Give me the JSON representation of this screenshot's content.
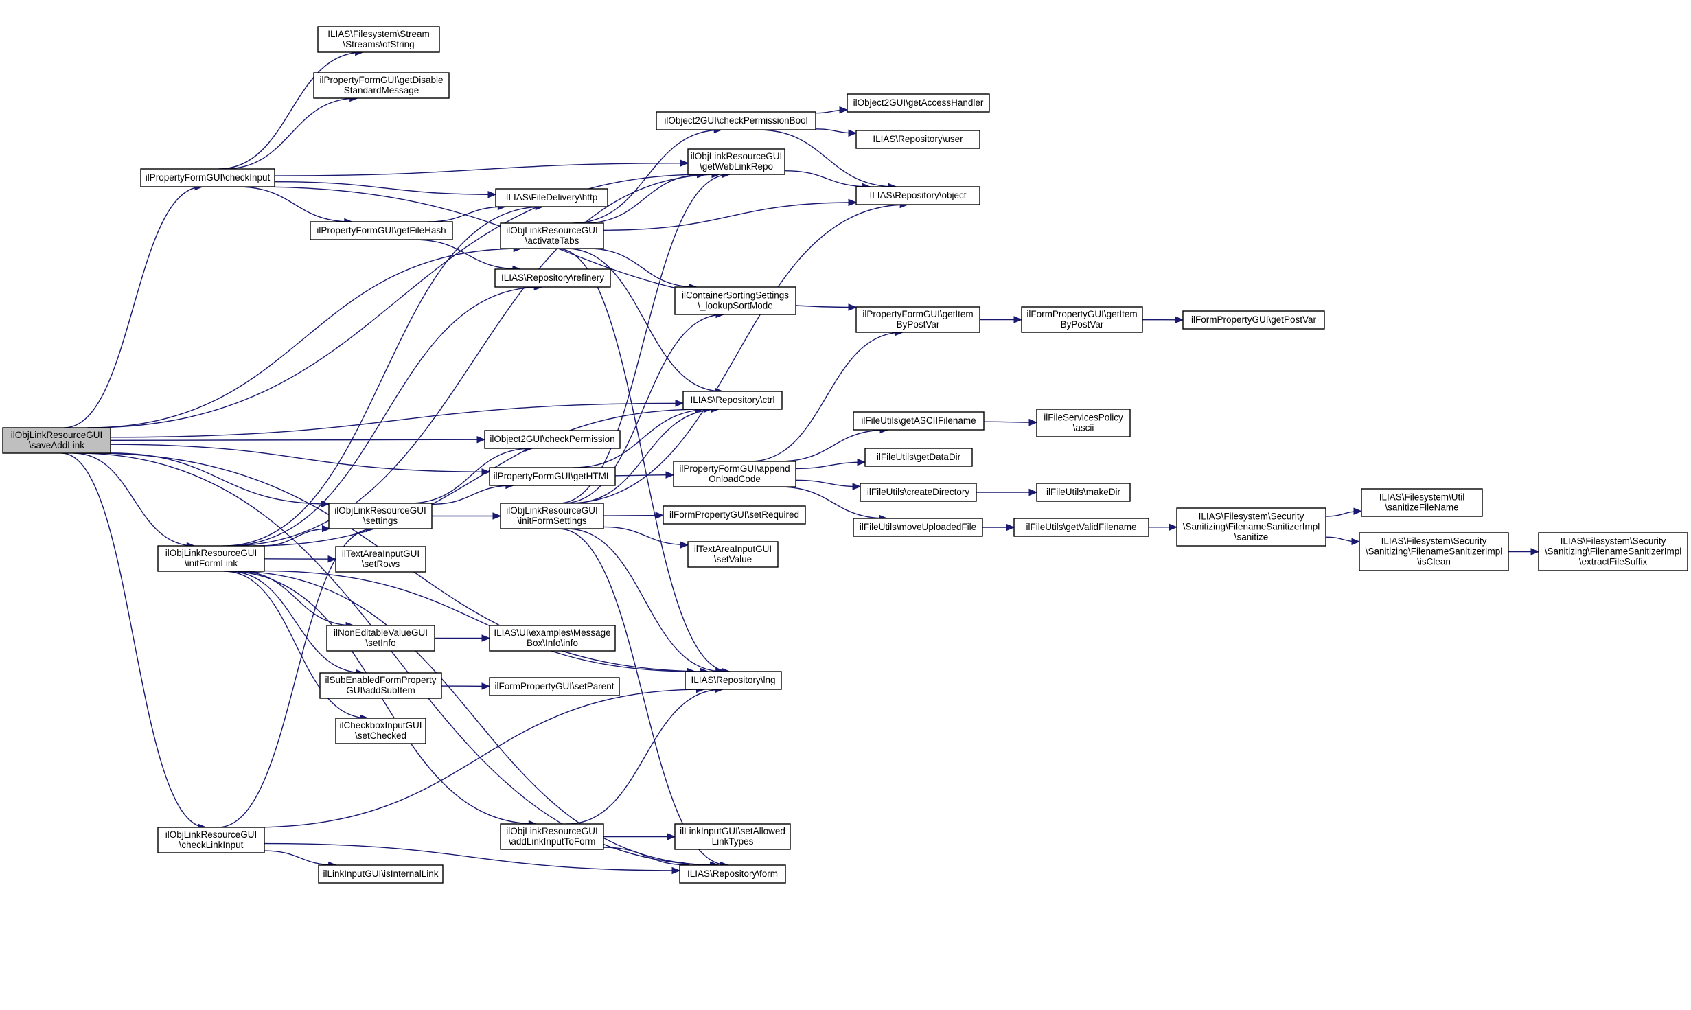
{
  "nodes": [
    {
      "id": "saveAddLink",
      "lines": [
        "ilObjLinkResourceGUI",
        "\\saveAddLink"
      ],
      "root": true
    },
    {
      "id": "checkInput",
      "lines": [
        "ilPropertyFormGUI\\checkInput"
      ]
    },
    {
      "id": "initFormLink",
      "lines": [
        "ilObjLinkResourceGUI",
        "\\initFormLink"
      ]
    },
    {
      "id": "checkLinkInput",
      "lines": [
        "ilObjLinkResourceGUI",
        "\\checkLinkInput"
      ]
    },
    {
      "id": "ofString",
      "lines": [
        "ILIAS\\Filesystem\\Stream",
        "\\Streams\\ofString"
      ]
    },
    {
      "id": "getDisableStd",
      "lines": [
        "ilPropertyFormGUI\\getDisable",
        "StandardMessage"
      ]
    },
    {
      "id": "getFileHash",
      "lines": [
        "ilPropertyFormGUI\\getFileHash"
      ]
    },
    {
      "id": "settings",
      "lines": [
        "ilObjLinkResourceGUI",
        "\\settings"
      ]
    },
    {
      "id": "setRowsTA",
      "lines": [
        "ilTextAreaInputGUI",
        "\\setRows"
      ]
    },
    {
      "id": "setInfoNE",
      "lines": [
        "ilNonEditableValueGUI",
        "\\setInfo"
      ]
    },
    {
      "id": "addSubItem",
      "lines": [
        "ilSubEnabledFormProperty",
        "GUI\\addSubItem"
      ]
    },
    {
      "id": "setChecked",
      "lines": [
        "ilCheckboxInputGUI",
        "\\setChecked"
      ]
    },
    {
      "id": "isInternalLink",
      "lines": [
        "ilLinkInputGUI\\isInternalLink"
      ]
    },
    {
      "id": "http",
      "lines": [
        "ILIAS\\FileDelivery\\http"
      ]
    },
    {
      "id": "activateTabs",
      "lines": [
        "ilObjLinkResourceGUI",
        "\\activateTabs"
      ]
    },
    {
      "id": "refinery",
      "lines": [
        "ILIAS\\Repository\\refinery"
      ]
    },
    {
      "id": "checkPermission",
      "lines": [
        "ilObject2GUI\\checkPermission"
      ]
    },
    {
      "id": "getHTML",
      "lines": [
        "ilPropertyFormGUI\\getHTML"
      ]
    },
    {
      "id": "initFormSettings",
      "lines": [
        "ilObjLinkResourceGUI",
        "\\initFormSettings"
      ]
    },
    {
      "id": "msgBoxInfo",
      "lines": [
        "ILIAS\\UI\\examples\\Message",
        "Box\\Info\\info"
      ]
    },
    {
      "id": "setParent",
      "lines": [
        "ilFormPropertyGUI\\setParent"
      ]
    },
    {
      "id": "addLinkInputToForm",
      "lines": [
        "ilObjLinkResourceGUI",
        "\\addLinkInputToForm"
      ]
    },
    {
      "id": "checkPermissionBool",
      "lines": [
        "ilObject2GUI\\checkPermissionBool"
      ]
    },
    {
      "id": "getWebLinkRepo",
      "lines": [
        "ilObjLinkResourceGUI",
        "\\getWebLinkRepo"
      ]
    },
    {
      "id": "lookupSortMode",
      "lines": [
        "ilContainerSortingSettings",
        "\\_lookupSortMode"
      ]
    },
    {
      "id": "ctrl",
      "lines": [
        "ILIAS\\Repository\\ctrl"
      ]
    },
    {
      "id": "appendOnload",
      "lines": [
        "ilPropertyFormGUI\\append",
        "OnloadCode"
      ]
    },
    {
      "id": "setRequired",
      "lines": [
        "ilFormPropertyGUI\\setRequired"
      ]
    },
    {
      "id": "setValueTA",
      "lines": [
        "ilTextAreaInputGUI",
        "\\setValue"
      ]
    },
    {
      "id": "lng",
      "lines": [
        "ILIAS\\Repository\\lng"
      ]
    },
    {
      "id": "setAllowedLinkTypes",
      "lines": [
        "ilLinkInputGUI\\setAllowed",
        "LinkTypes"
      ]
    },
    {
      "id": "form",
      "lines": [
        "ILIAS\\Repository\\form"
      ]
    },
    {
      "id": "getAccessHandler",
      "lines": [
        "ilObject2GUI\\getAccessHandler"
      ]
    },
    {
      "id": "user",
      "lines": [
        "ILIAS\\Repository\\user"
      ]
    },
    {
      "id": "object",
      "lines": [
        "ILIAS\\Repository\\object"
      ]
    },
    {
      "id": "getItemByPostVar",
      "lines": [
        "ilPropertyFormGUI\\getItem",
        "ByPostVar"
      ]
    },
    {
      "id": "getASCIIFilename",
      "lines": [
        "ilFileUtils\\getASCIIFilename"
      ]
    },
    {
      "id": "getDataDir",
      "lines": [
        "ilFileUtils\\getDataDir"
      ]
    },
    {
      "id": "createDirectory",
      "lines": [
        "ilFileUtils\\createDirectory"
      ]
    },
    {
      "id": "moveUploadedFile",
      "lines": [
        "ilFileUtils\\moveUploadedFile"
      ]
    },
    {
      "id": "formGetItemByPostVar",
      "lines": [
        "ilFormPropertyGUI\\getItem",
        "ByPostVar"
      ]
    },
    {
      "id": "ascii",
      "lines": [
        "ilFileServicesPolicy",
        "\\ascii"
      ]
    },
    {
      "id": "makeDir",
      "lines": [
        "ilFileUtils\\makeDir"
      ]
    },
    {
      "id": "getValidFilename",
      "lines": [
        "ilFileUtils\\getValidFilename"
      ]
    },
    {
      "id": "getPostVar",
      "lines": [
        "ilFormPropertyGUI\\getPostVar"
      ]
    },
    {
      "id": "sanitize",
      "lines": [
        "ILIAS\\Filesystem\\Security",
        "\\Sanitizing\\FilenameSanitizerImpl",
        "\\sanitize"
      ]
    },
    {
      "id": "sanitizeFileName",
      "lines": [
        "ILIAS\\Filesystem\\Util",
        "\\sanitizeFileName"
      ]
    },
    {
      "id": "isClean",
      "lines": [
        "ILIAS\\Filesystem\\Security",
        "\\Sanitizing\\FilenameSanitizerImpl",
        "\\isClean"
      ]
    },
    {
      "id": "extractFileSuffix",
      "lines": [
        "ILIAS\\Filesystem\\Security",
        "\\Sanitizing\\FilenameSanitizerImpl",
        "\\extractFileSuffix"
      ]
    }
  ],
  "edges": [
    [
      "saveAddLink",
      "checkInput"
    ],
    [
      "saveAddLink",
      "initFormLink"
    ],
    [
      "saveAddLink",
      "checkLinkInput"
    ],
    [
      "saveAddLink",
      "getWebLinkRepo"
    ],
    [
      "saveAddLink",
      "activateTabs"
    ],
    [
      "saveAddLink",
      "ctrl"
    ],
    [
      "saveAddLink",
      "checkPermission"
    ],
    [
      "saveAddLink",
      "getHTML"
    ],
    [
      "saveAddLink",
      "settings"
    ],
    [
      "saveAddLink",
      "lng"
    ],
    [
      "saveAddLink",
      "form"
    ],
    [
      "checkInput",
      "ofString"
    ],
    [
      "checkInput",
      "getDisableStd"
    ],
    [
      "checkInput",
      "getWebLinkRepo"
    ],
    [
      "checkInput",
      "http"
    ],
    [
      "checkInput",
      "getFileHash"
    ],
    [
      "checkInput",
      "getItemByPostVar"
    ],
    [
      "getFileHash",
      "http"
    ],
    [
      "getFileHash",
      "refinery"
    ],
    [
      "initFormLink",
      "http"
    ],
    [
      "initFormLink",
      "refinery"
    ],
    [
      "initFormLink",
      "getWebLinkRepo"
    ],
    [
      "initFormLink",
      "ctrl"
    ],
    [
      "initFormLink",
      "settings"
    ],
    [
      "initFormLink",
      "setRowsTA"
    ],
    [
      "initFormLink",
      "setInfoNE"
    ],
    [
      "initFormLink",
      "addSubItem"
    ],
    [
      "initFormLink",
      "setChecked"
    ],
    [
      "initFormLink",
      "addLinkInputToForm"
    ],
    [
      "initFormLink",
      "lng"
    ],
    [
      "initFormLink",
      "form"
    ],
    [
      "checkLinkInput",
      "settings"
    ],
    [
      "checkLinkInput",
      "isInternalLink"
    ],
    [
      "checkLinkInput",
      "lng"
    ],
    [
      "checkLinkInput",
      "form"
    ],
    [
      "settings",
      "checkPermission"
    ],
    [
      "settings",
      "getHTML"
    ],
    [
      "settings",
      "initFormSettings"
    ],
    [
      "setInfoNE",
      "msgBoxInfo"
    ],
    [
      "addSubItem",
      "setParent"
    ],
    [
      "activateTabs",
      "checkPermissionBool"
    ],
    [
      "activateTabs",
      "getWebLinkRepo"
    ],
    [
      "activateTabs",
      "object"
    ],
    [
      "activateTabs",
      "lookupSortMode"
    ],
    [
      "activateTabs",
      "ctrl"
    ],
    [
      "activateTabs",
      "lng"
    ],
    [
      "getHTML",
      "ctrl"
    ],
    [
      "getHTML",
      "appendOnload"
    ],
    [
      "initFormSettings",
      "ctrl"
    ],
    [
      "initFormSettings",
      "lookupSortMode"
    ],
    [
      "initFormSettings",
      "getWebLinkRepo"
    ],
    [
      "initFormSettings",
      "object"
    ],
    [
      "initFormSettings",
      "setRequired"
    ],
    [
      "initFormSettings",
      "setValueTA"
    ],
    [
      "initFormSettings",
      "lng"
    ],
    [
      "initFormSettings",
      "form"
    ],
    [
      "addLinkInputToForm",
      "lng"
    ],
    [
      "addLinkInputToForm",
      "setAllowedLinkTypes"
    ],
    [
      "addLinkInputToForm",
      "form"
    ],
    [
      "checkPermissionBool",
      "getAccessHandler"
    ],
    [
      "checkPermissionBool",
      "user"
    ],
    [
      "checkPermissionBool",
      "object"
    ],
    [
      "getWebLinkRepo",
      "object"
    ],
    [
      "appendOnload",
      "getItemByPostVar"
    ],
    [
      "appendOnload",
      "getASCIIFilename"
    ],
    [
      "appendOnload",
      "getDataDir"
    ],
    [
      "appendOnload",
      "createDirectory"
    ],
    [
      "appendOnload",
      "moveUploadedFile"
    ],
    [
      "getItemByPostVar",
      "formGetItemByPostVar"
    ],
    [
      "formGetItemByPostVar",
      "getPostVar"
    ],
    [
      "getASCIIFilename",
      "ascii"
    ],
    [
      "createDirectory",
      "makeDir"
    ],
    [
      "moveUploadedFile",
      "getValidFilename"
    ],
    [
      "getValidFilename",
      "sanitize"
    ],
    [
      "sanitize",
      "sanitizeFileName"
    ],
    [
      "sanitize",
      "isClean"
    ],
    [
      "isClean",
      "extractFileSuffix"
    ]
  ]
}
